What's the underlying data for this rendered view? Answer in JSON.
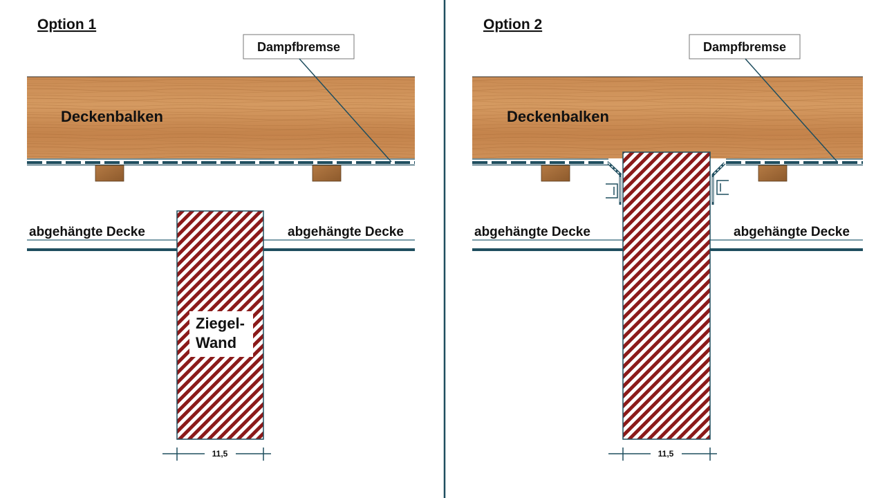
{
  "option1": {
    "title": "Option 1",
    "vapor_label": "Dampfbremse",
    "beam_label": "Deckenbalken",
    "ceiling_left": "abgehängte Decke",
    "ceiling_right": "abgehängte Decke",
    "wall_label_line1": "Ziegel-",
    "wall_label_line2": "Wand",
    "dimension": "11,5"
  },
  "option2": {
    "title": "Option 2",
    "vapor_label": "Dampfbremse",
    "beam_label": "Deckenbalken",
    "ceiling_left": "abgehängte Decke",
    "ceiling_right": "abgehängte Decke",
    "dimension": "11,5"
  },
  "colors": {
    "line": "#1f4e5f",
    "hatch": "#8b1a1a",
    "wood": "#c8894f",
    "batten": "#a9713d"
  }
}
